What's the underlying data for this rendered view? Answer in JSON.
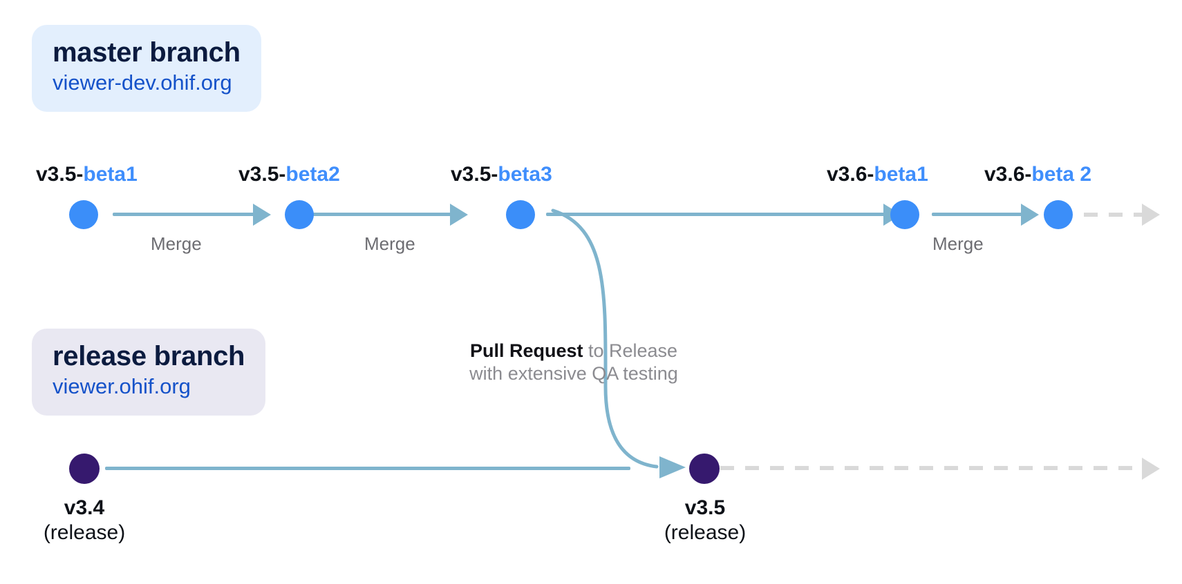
{
  "branches": {
    "master": {
      "title": "master branch",
      "url": "viewer-dev.ohif.org"
    },
    "release": {
      "title": "release branch",
      "url": "viewer.ohif.org"
    }
  },
  "master_tags": [
    {
      "base": "v3.5-",
      "suffix": "beta1"
    },
    {
      "base": "v3.5-",
      "suffix": "beta2"
    },
    {
      "base": "v3.5-",
      "suffix": "beta3"
    },
    {
      "base": "v3.6-",
      "suffix": "beta1"
    },
    {
      "base": "v3.6-",
      "suffix": "beta 2"
    }
  ],
  "merge_labels": [
    "Merge",
    "Merge",
    "Merge"
  ],
  "pull_request": {
    "strong": "Pull Request",
    "soft": " to Release",
    "line2": "with extensive QA testing"
  },
  "release_nodes": [
    {
      "version": "v3.4",
      "sub": "(release)"
    },
    {
      "version": "v3.5",
      "sub": "(release)"
    }
  ],
  "colors": {
    "master_card_bg": "#e3effd",
    "release_card_bg": "#e9e8f2",
    "card_title": "#0b1b3f",
    "card_url": "#1552c9",
    "tag_base": "#0d1117",
    "tag_suffix": "#3f8efc",
    "master_dot": "#3b8ef9",
    "release_dot": "#36196e",
    "connector": "#7fb4cd",
    "dashed": "#d9d9d9",
    "merge_text": "#6d6d72",
    "pr_soft_text": "#8b8b90"
  }
}
